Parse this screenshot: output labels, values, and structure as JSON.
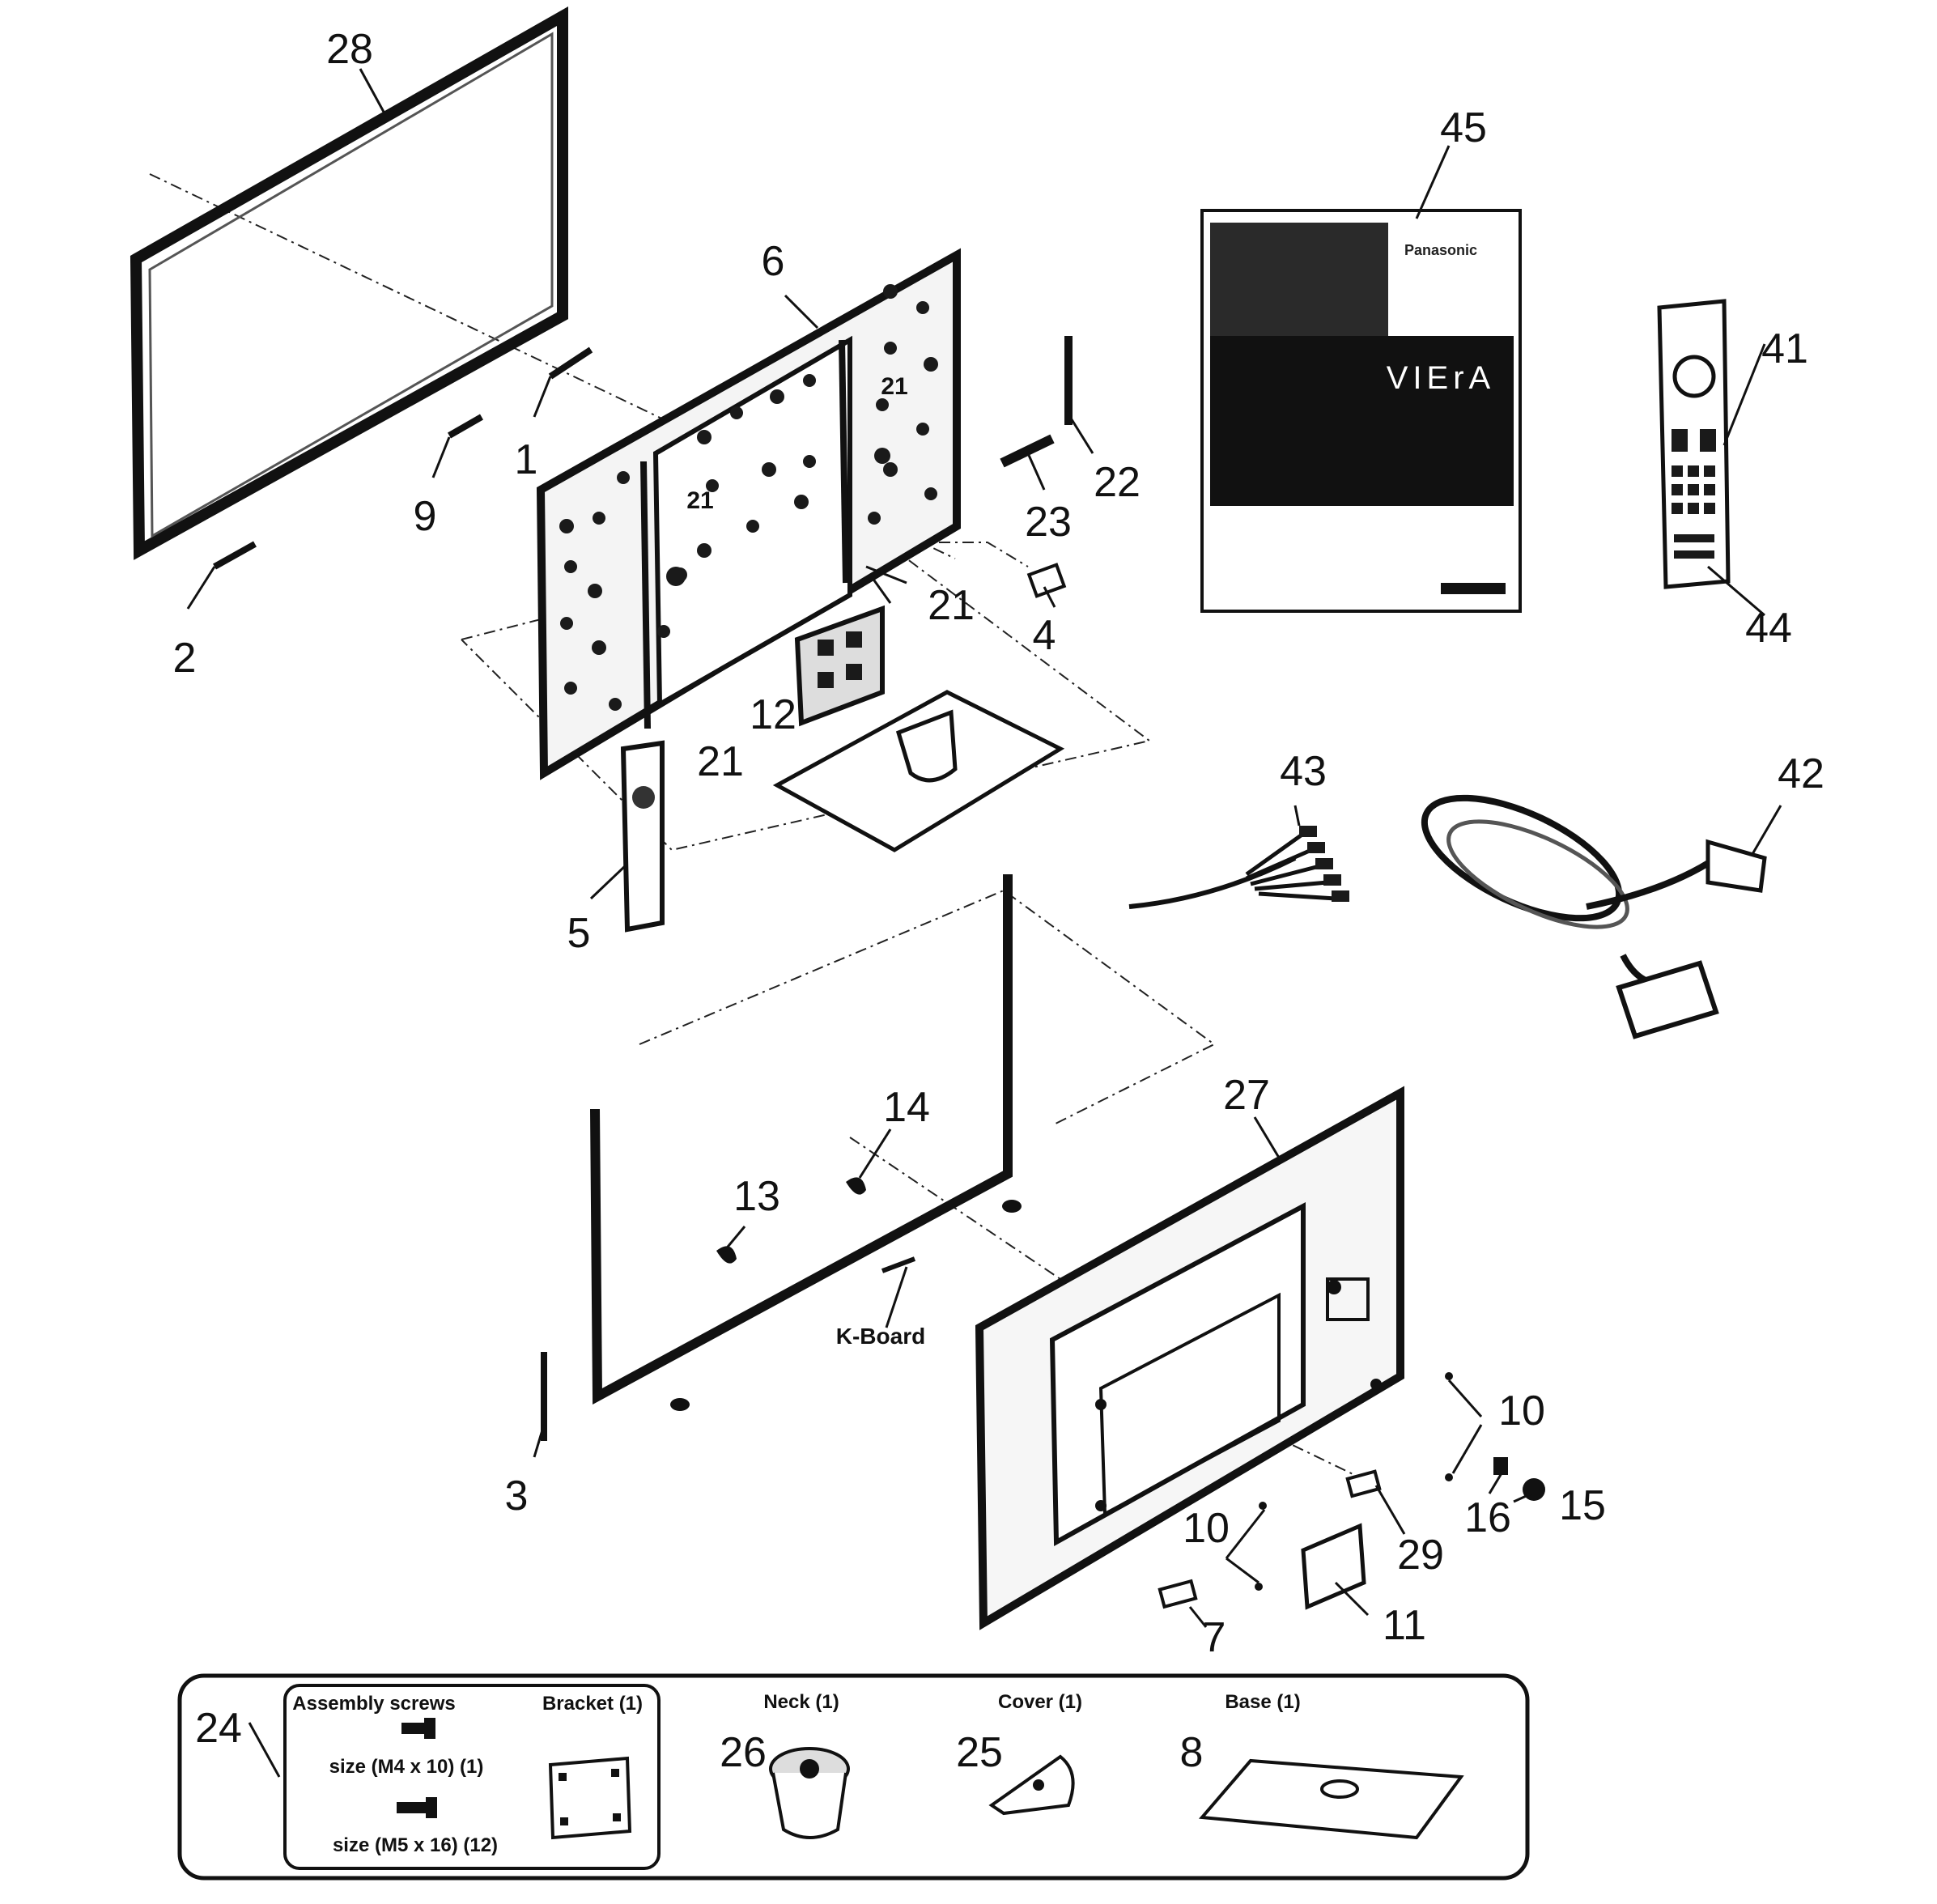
{
  "callouts": {
    "c28": "28",
    "c45": "45",
    "c6": "6",
    "c41": "41",
    "c1": "1",
    "c9": "9",
    "c22": "22",
    "c23": "23",
    "c21a": "21",
    "c21b": "21",
    "c21c": "21",
    "c21d": "21",
    "c2": "2",
    "c4": "4",
    "c44": "44",
    "c12": "12",
    "c43": "43",
    "c42": "42",
    "c5": "5",
    "c14": "14",
    "c27": "27",
    "c13": "13",
    "c10a": "10",
    "c10b": "10",
    "c3": "3",
    "c16": "16",
    "c15": "15",
    "c29": "29",
    "c7": "7",
    "c11": "11",
    "c24": "24",
    "c26": "26",
    "c25": "25",
    "c8": "8"
  },
  "manual": {
    "brand": "Panasonic",
    "product": "VIErA"
  },
  "labels": {
    "k_board": "K-Board"
  },
  "kit": {
    "assembly_screws": "Assembly screws",
    "screw_size_1": "size (M4 x 10) (1)",
    "screw_size_2": "size (M5 x 16) (12)",
    "bracket": "Bracket (1)",
    "neck": "Neck (1)",
    "cover": "Cover (1)",
    "base": "Base (1)"
  }
}
